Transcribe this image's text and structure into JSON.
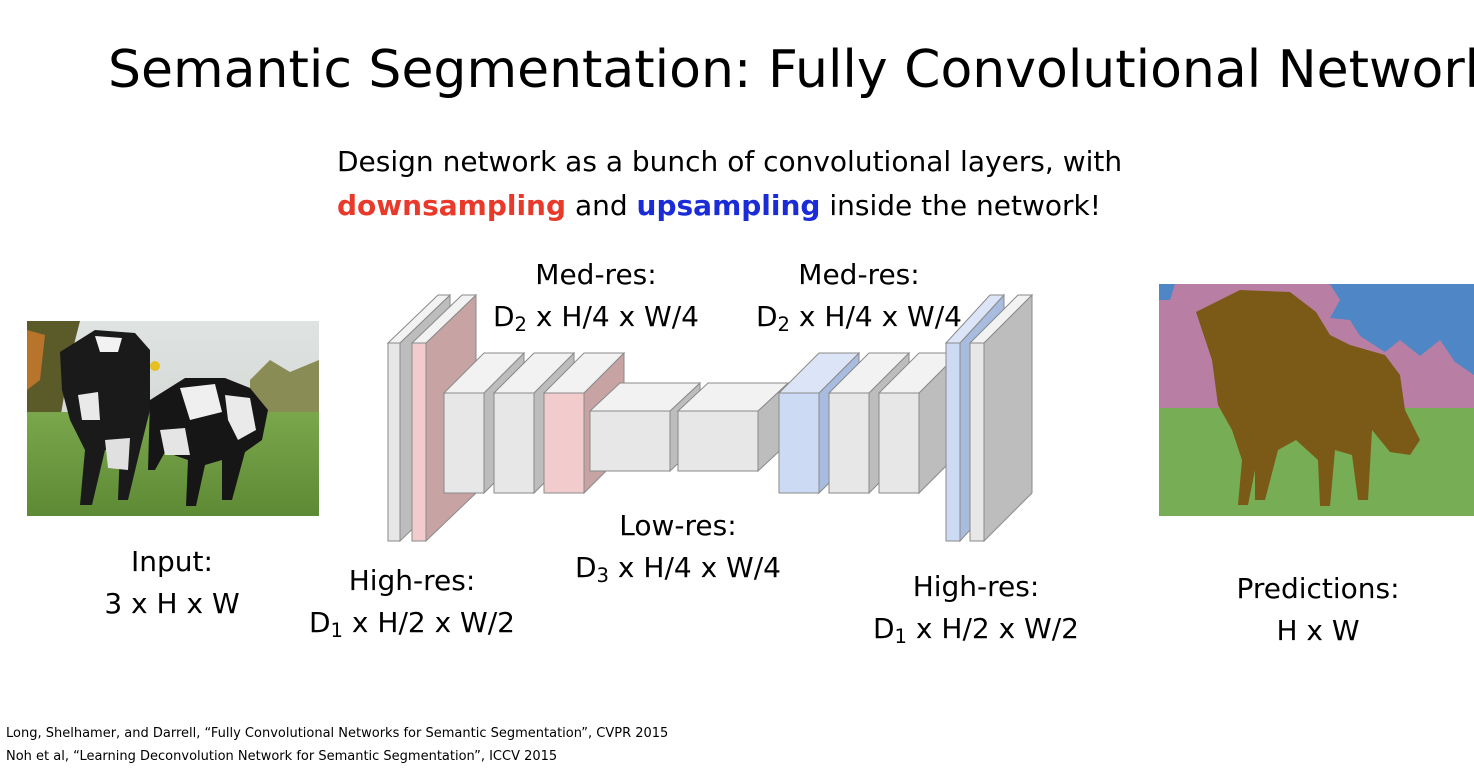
{
  "slide": {
    "title": "Semantic Segmentation: Fully Convolutional Network",
    "subtitle": {
      "line1": "Design network as a bunch of convolutional layers, with",
      "emph_down": "downsampling",
      "and_word": "and",
      "emph_up": "upsampling",
      "line2_tail": "inside the network!"
    },
    "labels": {
      "input_line1": "Input:",
      "input_line2": "3 x H x W",
      "highres_left_line1": "High-res:",
      "highres_left_sym": "D",
      "highres_left_sub": "1",
      "highres_left_rest": " x H/2 x W/2",
      "medres_left_line1": "Med-res:",
      "medres_left_sym": "D",
      "medres_left_sub": "2",
      "medres_left_rest": " x H/4 x W/4",
      "lowres_line1": "Low-res:",
      "lowres_sym": "D",
      "lowres_sub": "3",
      "lowres_rest": " x H/4 x W/4",
      "medres_right_line1": "Med-res:",
      "medres_right_sym": "D",
      "medres_right_sub": "2",
      "medres_right_rest": " x H/4 x W/4",
      "highres_right_line1": "High-res:",
      "highres_right_sym": "D",
      "highres_right_sub": "1",
      "highres_right_rest": " x H/2 x W/2",
      "pred_line1": "Predictions:",
      "pred_line2": "H x W"
    },
    "citations": [
      "Long, Shelhamer, and Darrell, “Fully Convolutional Networks for Semantic Segmentation”, CVPR 2015",
      "Noh et al, “Learning Deconvolution Network for Semantic Segmentation”, ICCV 2015"
    ]
  },
  "colors": {
    "gray_face": "#e7e7e7",
    "gray_top": "#f2f2f2",
    "gray_side": "#bdbdbd",
    "red_face": "#f2cccc",
    "red_deep": "#c8a3a3",
    "blue_face": "#cddaf3",
    "blue_top": "#dbe5f7",
    "blue_side": "#a8bcdf",
    "seg_pink": "#b97ea3",
    "seg_sky": "#4f86c5",
    "seg_grass": "#76ad55",
    "seg_cow": "#7a5a16",
    "heading": "#000000",
    "emph_down": "#e8392b",
    "emph_up": "#1a2bd8"
  },
  "icons": [
    "cow-photo",
    "segmentation-map"
  ]
}
